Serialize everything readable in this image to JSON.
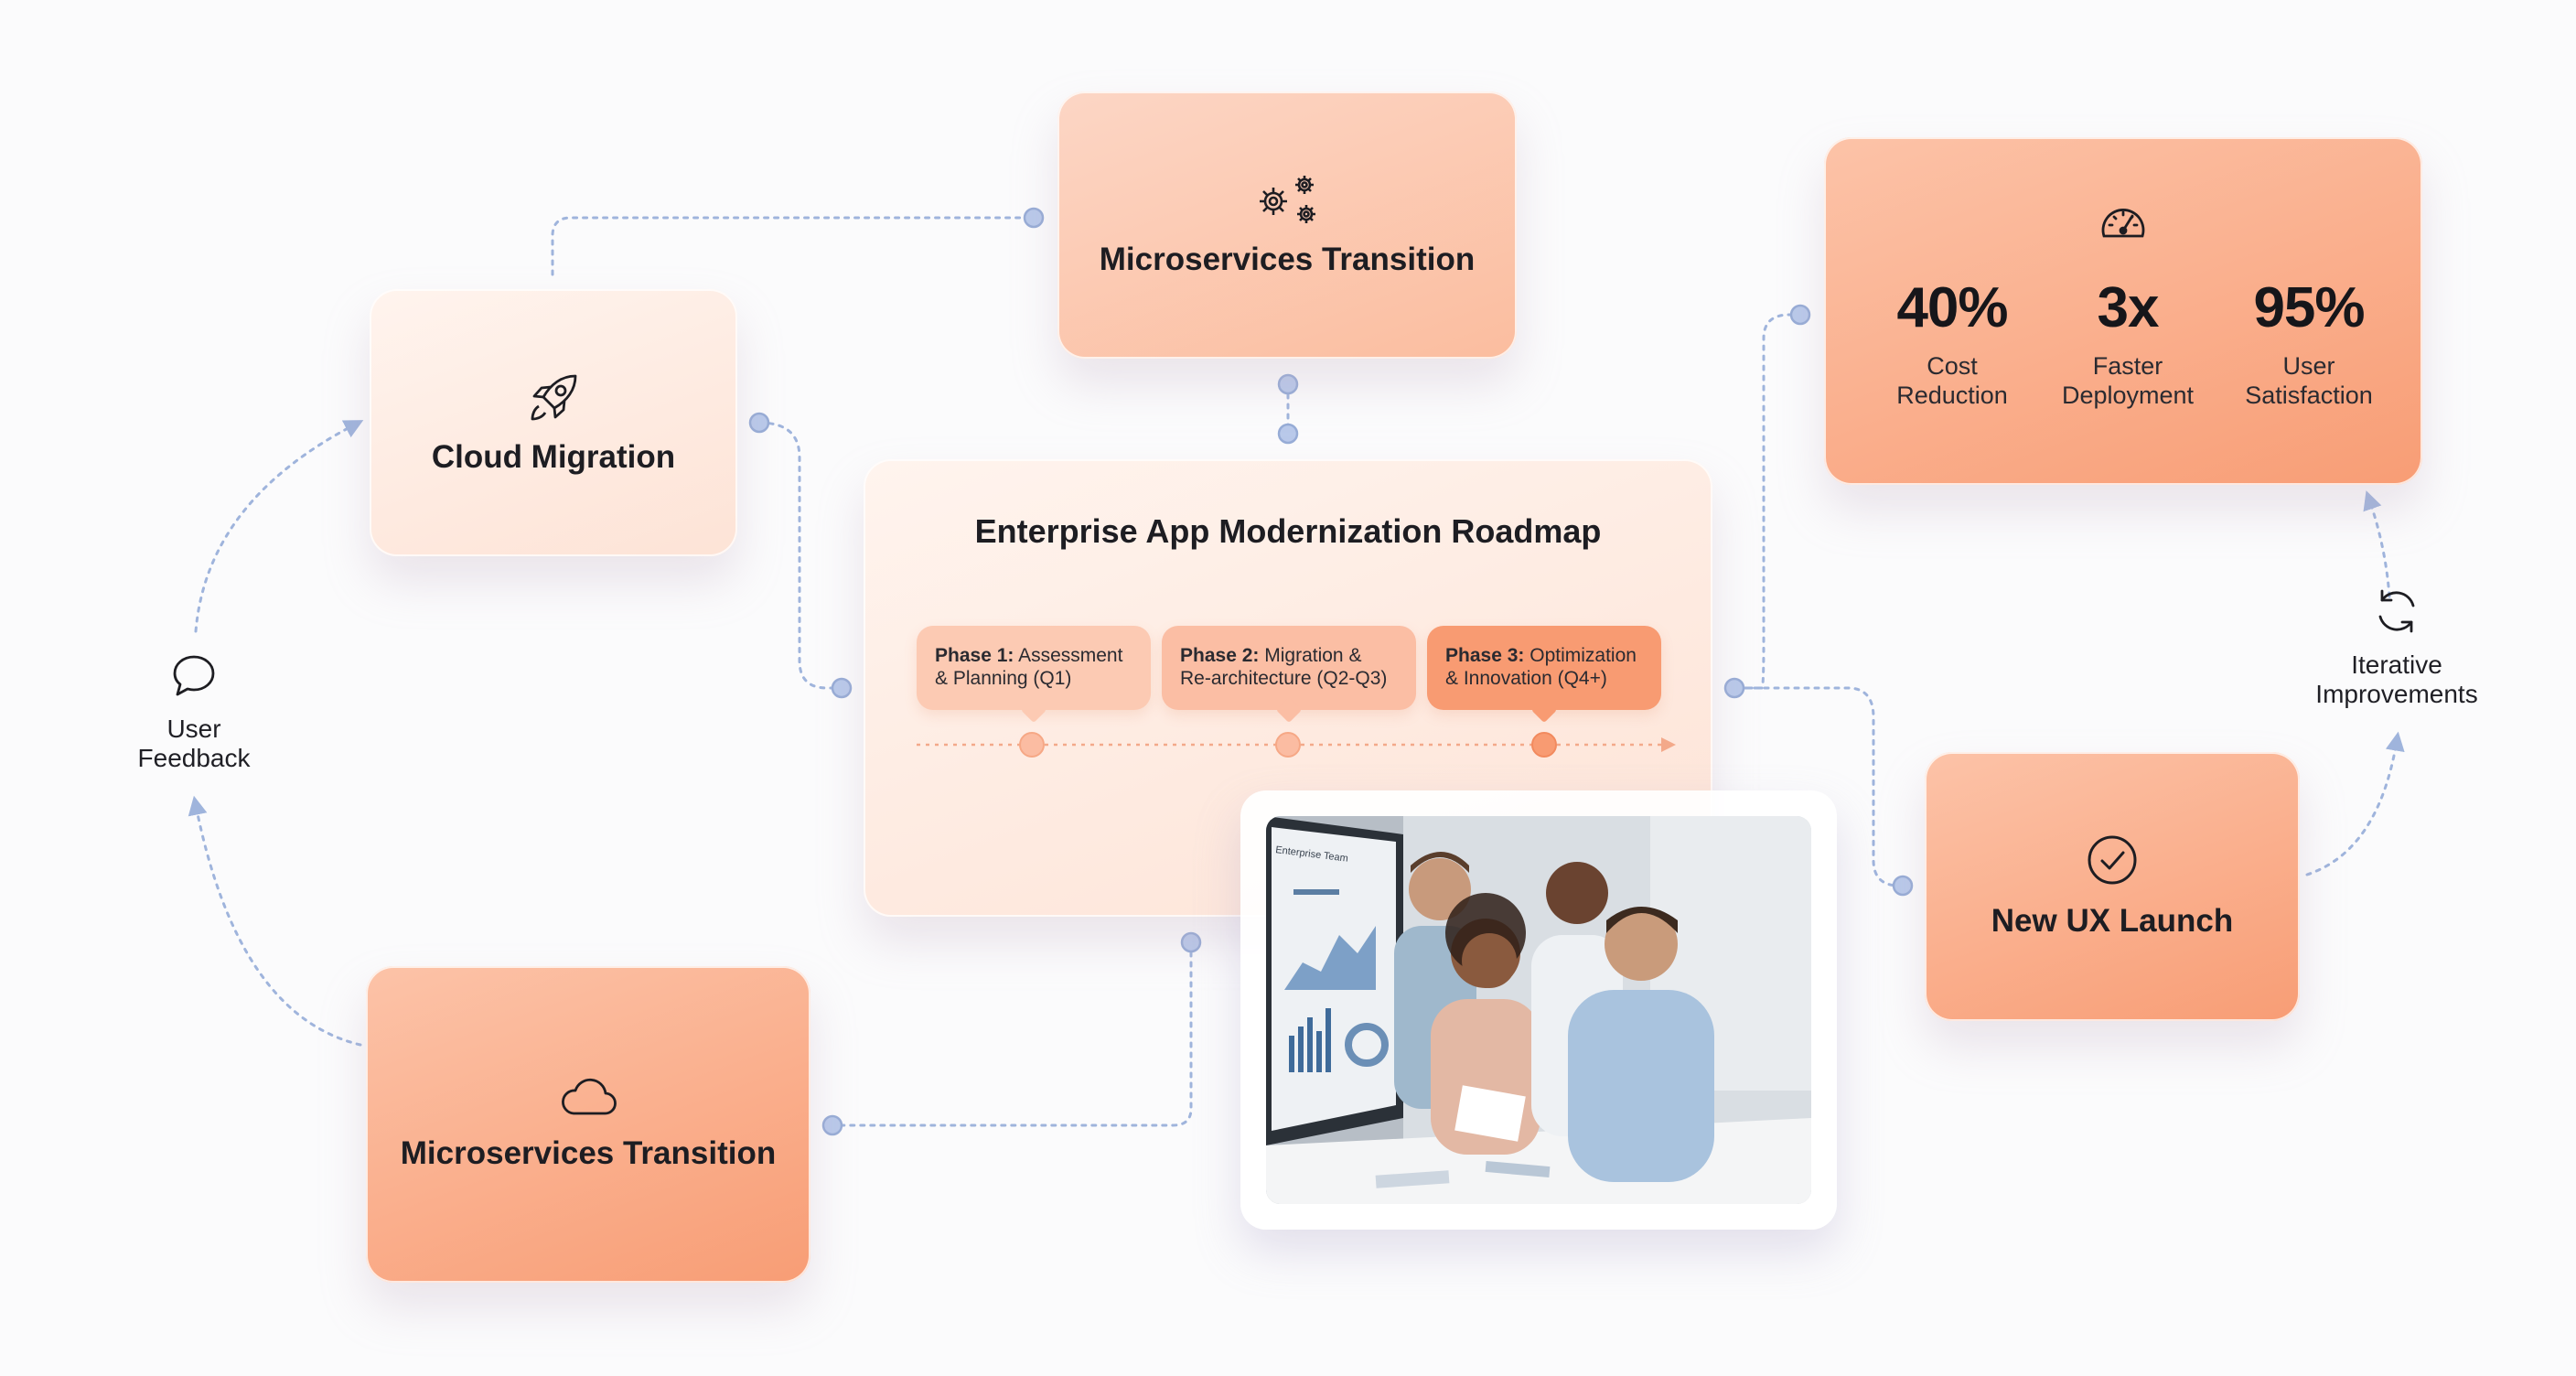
{
  "nodes": {
    "top_transition": {
      "title": "Microservices Transition",
      "icon": "gears-icon"
    },
    "cloud_migration": {
      "title": "Cloud Migration",
      "icon": "rocket-icon"
    },
    "bottom_transition": {
      "title": "Microservices Transition",
      "icon": "cloud-icon"
    },
    "ux_launch": {
      "title": "New UX Launch",
      "icon": "check-circle-icon"
    }
  },
  "metrics": {
    "icon": "speedometer-icon",
    "items": [
      {
        "value": "40%",
        "label": "Cost\nReduction"
      },
      {
        "value": "3x",
        "label": "Faster\nDeployment"
      },
      {
        "value": "95%",
        "label": "User\nSatisfaction"
      }
    ]
  },
  "roadmap": {
    "title": "Enterprise App Modernization Roadmap",
    "phases": [
      {
        "name": "Phase 1:",
        "desc": "Assessment & Planning (Q1)"
      },
      {
        "name": "Phase 2:",
        "desc": "Migration & Re-architecture (Q2-Q3)"
      },
      {
        "name": "Phase 3:",
        "desc": "Optimization & Innovation (Q4+)"
      }
    ]
  },
  "loops": {
    "feedback": {
      "label": "User\nFeedback",
      "icon": "chat-bubble-icon"
    },
    "iterative": {
      "label": "Iterative\nImprovements",
      "icon": "refresh-icon"
    }
  },
  "photo": {
    "subject": "team-meeting-photo",
    "screen_text": "Enterprise Team"
  },
  "colors": {
    "light_card": "#fde3d6",
    "accent": "#f89d75",
    "connector": "#9fb4dc",
    "node_dot": "#aec1e6"
  }
}
